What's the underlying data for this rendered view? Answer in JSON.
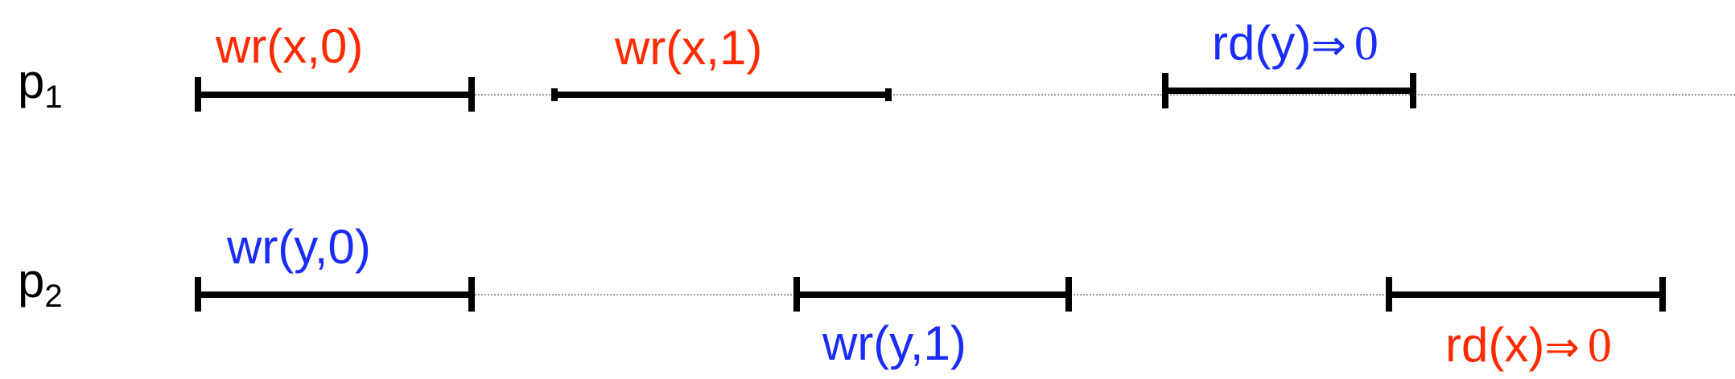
{
  "colors": {
    "x_ops": "#ff2a00",
    "y_ops": "#1a2cf5",
    "timeline": "#000000",
    "idle_line": "#9a9a9a"
  },
  "processes": [
    {
      "id": "p1",
      "base": "p",
      "subscript": "1"
    },
    {
      "id": "p2",
      "base": "p",
      "subscript": "2"
    }
  ],
  "operations": {
    "p1_wr_x0": "wr(x,0)",
    "p1_wr_x1": "wr(x,1)",
    "p1_rd_y_prefix": "rd(y)",
    "p1_rd_y_value": "0",
    "p2_wr_y0": "wr(y,0)",
    "p2_wr_y1": "wr(y,1)",
    "p2_rd_x_prefix": "rd(x)",
    "p2_rd_x_value": "0",
    "implies": "⇒"
  }
}
